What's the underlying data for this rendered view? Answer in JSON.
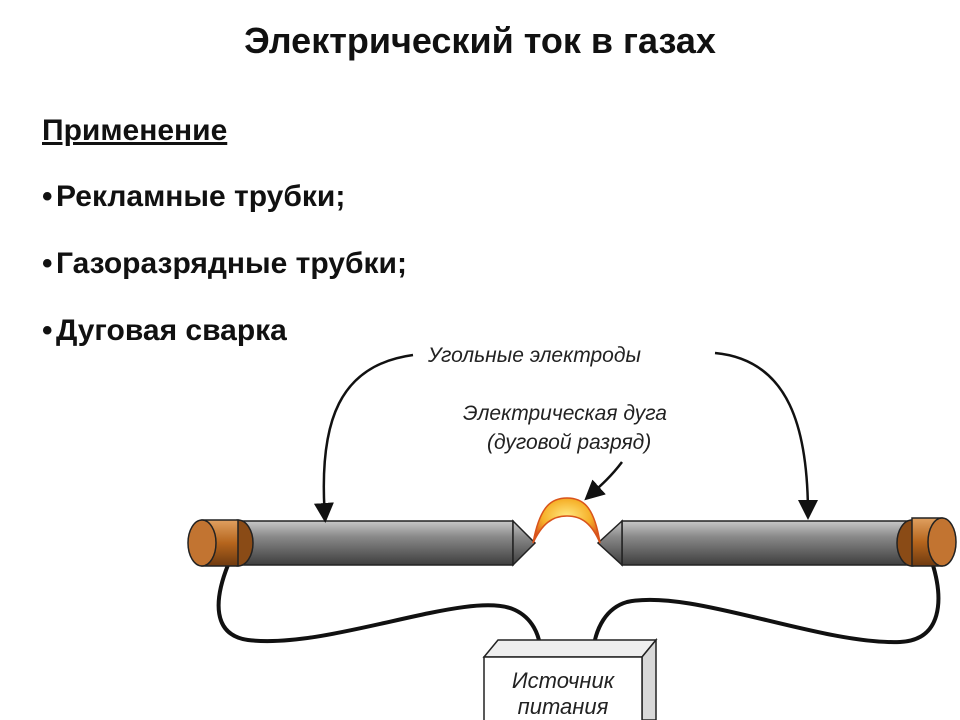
{
  "slide": {
    "title": "Электрический ток в газах",
    "heading": "Применение",
    "bullet_char": "•",
    "bullets": [
      "Рекламные трубки;",
      "Газоразрядные трубки;",
      "Дуговая сварка"
    ]
  },
  "diagram": {
    "electrodes_label": "Угольные электроды",
    "arc_label_line1": "Электрическая дуга",
    "arc_label_line2": "(дуговой разряд)",
    "source_label_line1": "Источник",
    "source_label_line2": "питания"
  },
  "colors": {
    "copper": "#b5651d",
    "rod": "#7a7a7a",
    "arc": "#f0a020",
    "text": "#111111"
  }
}
